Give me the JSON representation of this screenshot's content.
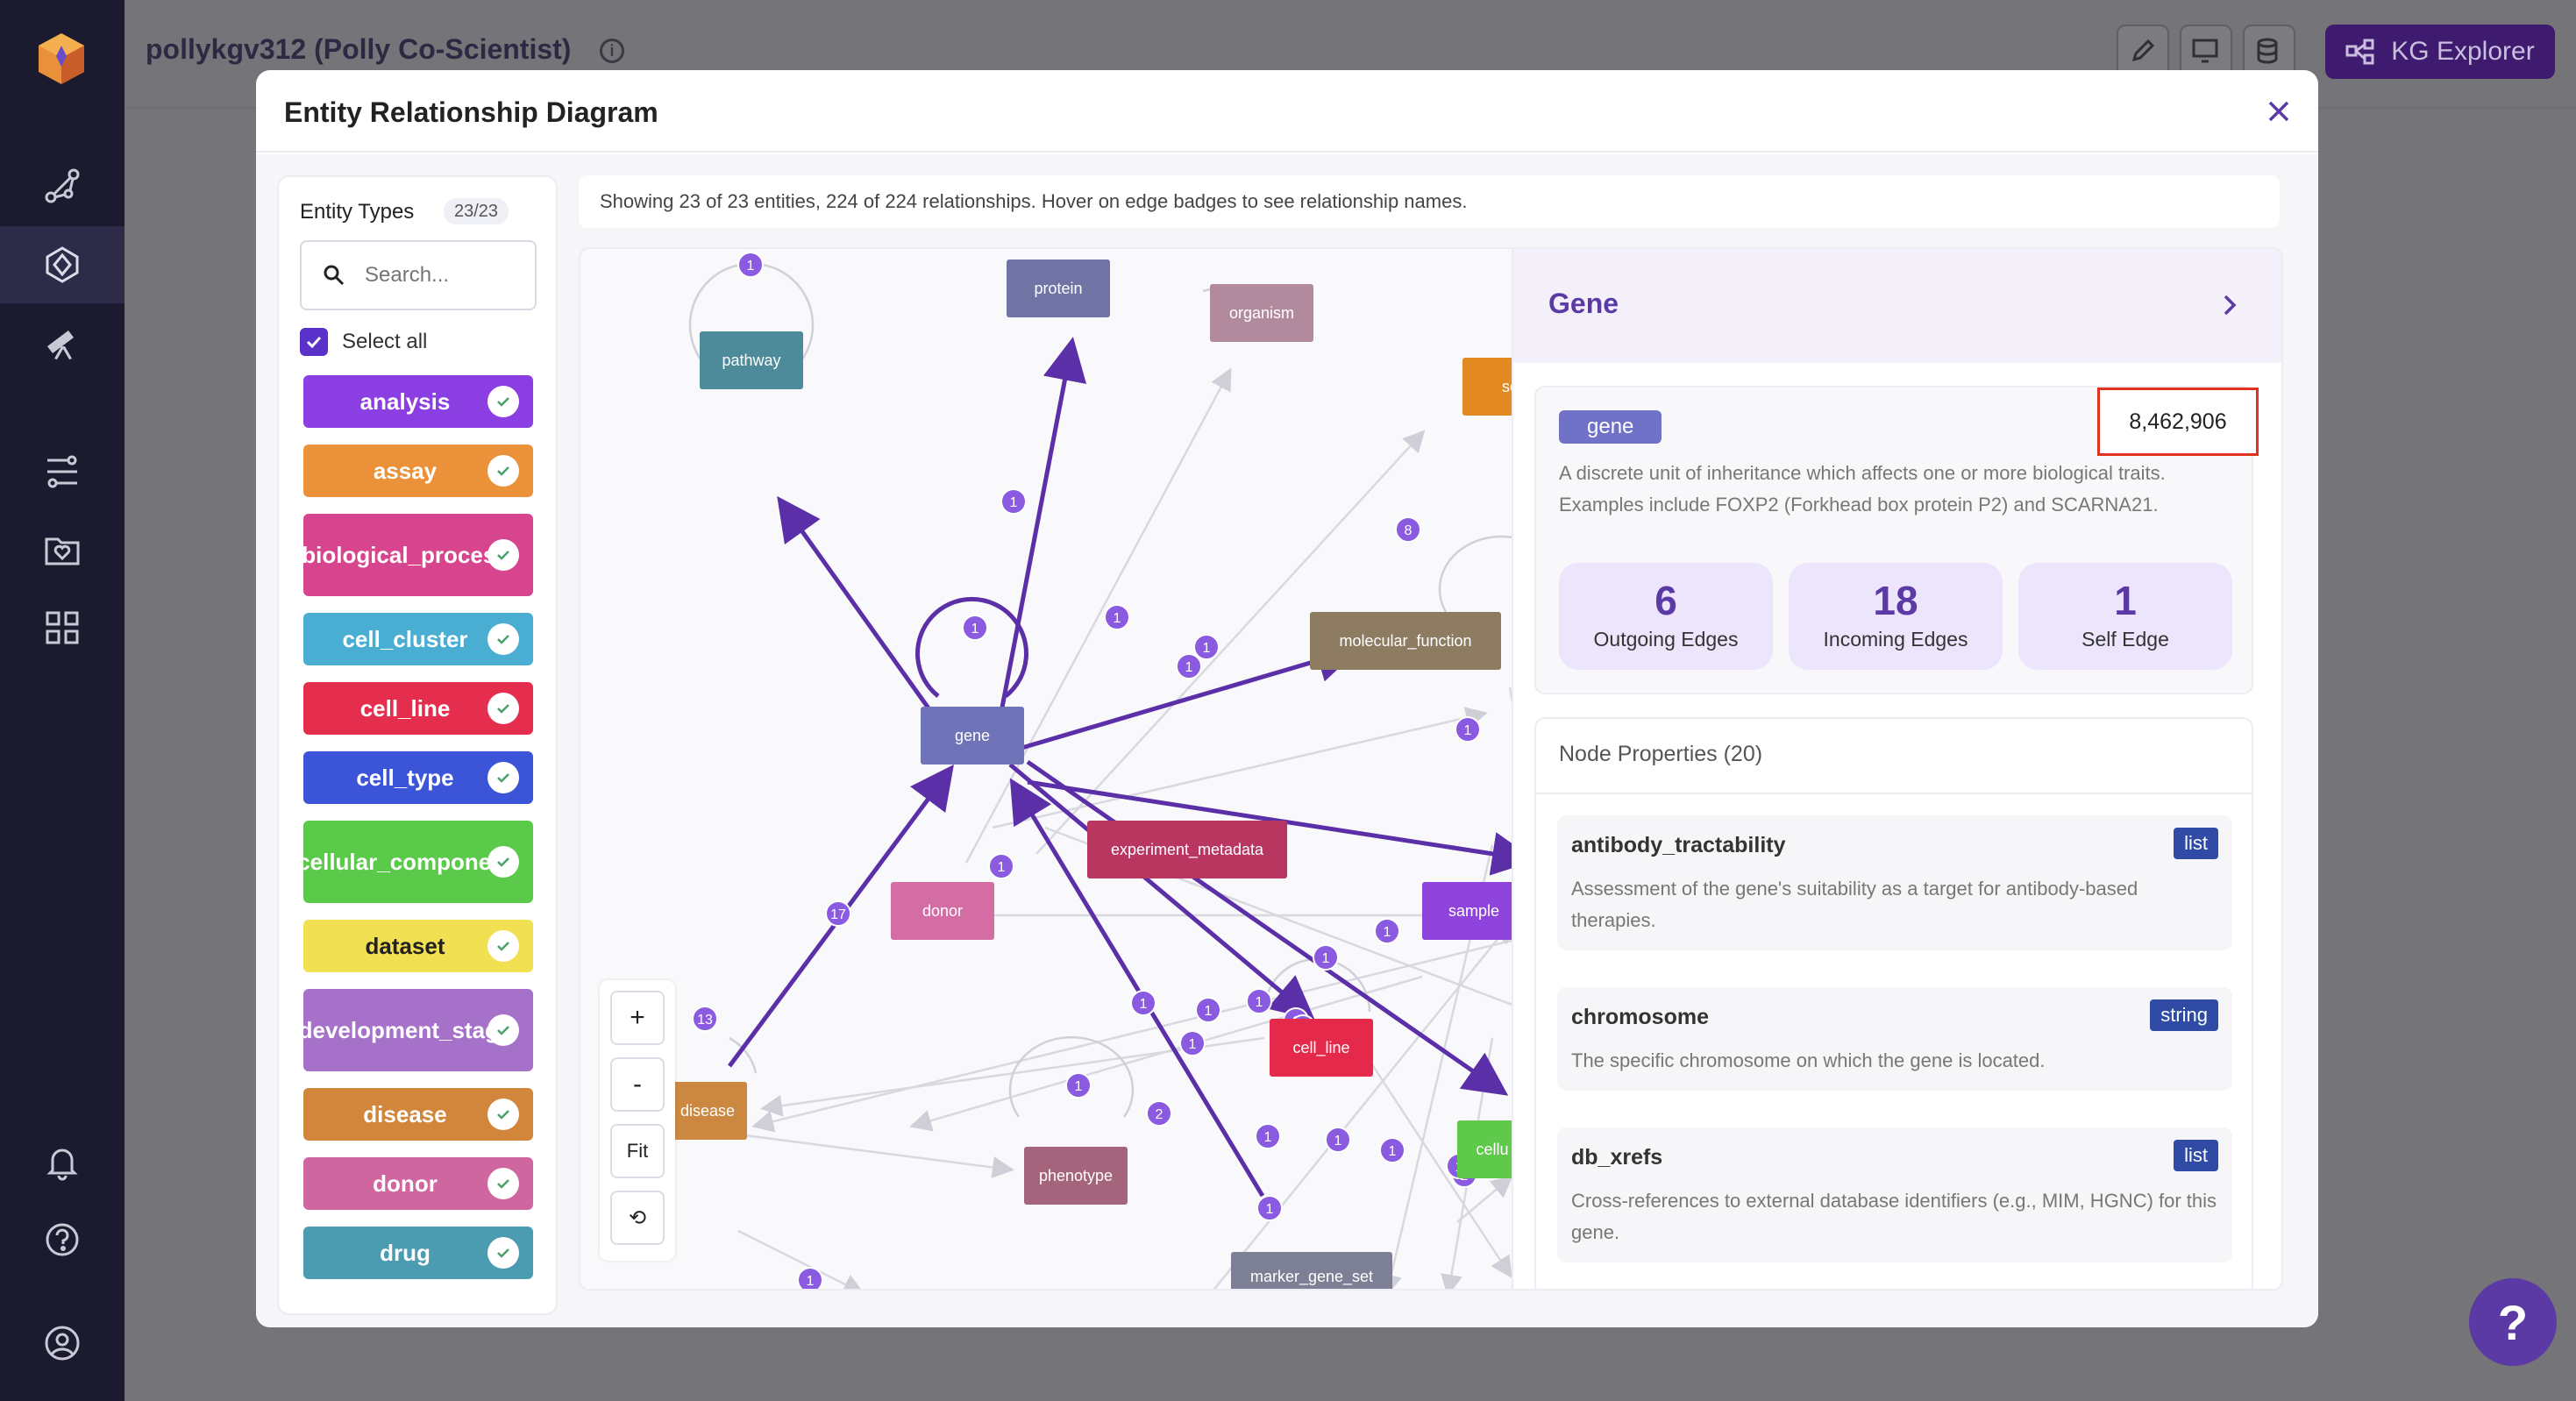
{
  "app": {
    "title": "pollykgv312 (Polly Co-Scientist)",
    "kg_button": "KG Explorer",
    "info_glyph": "i",
    "help_glyph": "?"
  },
  "modal": {
    "title": "Entity Relationship Diagram",
    "close_glyph": "✕"
  },
  "entity_panel": {
    "title": "Entity Types",
    "count": "23/23",
    "search_placeholder": "Search...",
    "select_all": "Select all",
    "types": [
      {
        "label": "analysis",
        "color": "#8b3fe3"
      },
      {
        "label": "assay",
        "color": "#eb913a"
      },
      {
        "label": "biological_process",
        "color": "#d8458f"
      },
      {
        "label": "cell_cluster",
        "color": "#4aaed2"
      },
      {
        "label": "cell_line",
        "color": "#e52e4d"
      },
      {
        "label": "cell_type",
        "color": "#3c55d8"
      },
      {
        "label": "cellular_component",
        "color": "#5bc94a"
      },
      {
        "label": "dataset",
        "color": "#f1e051"
      },
      {
        "label": "development_stage",
        "color": "#a671c9"
      },
      {
        "label": "disease",
        "color": "#d1863b"
      },
      {
        "label": "donor",
        "color": "#d0669f"
      },
      {
        "label": "drug",
        "color": "#4b9bb1"
      }
    ]
  },
  "info_bar": "Showing 23 of 23 entities, 224 of 224 relationships. Hover on edge badges to see relationship names.",
  "graph": {
    "nodes": [
      {
        "id": "pathway",
        "label": "pathway",
        "color": "#4d8a9a"
      },
      {
        "id": "protein",
        "label": "protein",
        "color": "#6f74a5"
      },
      {
        "id": "organism",
        "label": "organism",
        "color": "#b18a9e"
      },
      {
        "id": "sex",
        "label": "sex",
        "color": "#e38922"
      },
      {
        "id": "molecular_function",
        "label": "molecular_function",
        "color": "#8d7b62"
      },
      {
        "id": "gene",
        "label": "gene",
        "color": "#6f74b8"
      },
      {
        "id": "experiment_metadata",
        "label": "experiment_metadata",
        "color": "#b83660"
      },
      {
        "id": "donor",
        "label": "donor",
        "color": "#d36da4"
      },
      {
        "id": "sample",
        "label": "sample",
        "color": "#8e43dd"
      },
      {
        "id": "cell_line",
        "label": "cell_line",
        "color": "#e5294a"
      },
      {
        "id": "disease",
        "label": "disease",
        "color": "#cc8840"
      },
      {
        "id": "phenotype",
        "label": "phenotype",
        "color": "#a3647c"
      },
      {
        "id": "cellu",
        "label": "cellu",
        "color": "#5ec94a"
      },
      {
        "id": "marker_gene_set",
        "label": "marker_gene_set",
        "color": "#7d7f95"
      }
    ],
    "edge_badges": [
      "1",
      "1",
      "1",
      "1",
      "1",
      "8",
      "1",
      "1",
      "1",
      "1",
      "1",
      "1",
      "17",
      "13",
      "1",
      "1",
      "1",
      "1",
      "2",
      "1",
      "1",
      "2",
      "1",
      "1",
      "1",
      "1",
      "1",
      "1",
      "1"
    ],
    "zoom": {
      "plus": "+",
      "minus": "-",
      "fit": "Fit",
      "reset": "⟲"
    }
  },
  "detail": {
    "title": "Gene",
    "badge": "gene",
    "count": "8,462,906",
    "description": "A discrete unit of inheritance which affects one or more biological traits. Examples include FOXP2 (Forkhead box protein P2) and SCARNA21.",
    "stats": [
      {
        "value": "6",
        "label": "Outgoing Edges"
      },
      {
        "value": "18",
        "label": "Incoming Edges"
      },
      {
        "value": "1",
        "label": "Self Edge"
      }
    ],
    "properties_title": "Node Properties (20)",
    "properties": [
      {
        "name": "antibody_tractability",
        "type": "list",
        "desc": "Assessment of the gene's suitability as a target for antibody-based therapies."
      },
      {
        "name": "chromosome",
        "type": "string",
        "desc": "The specific chromosome on which the gene is located."
      },
      {
        "name": "db_xrefs",
        "type": "list",
        "desc": "Cross-references to external database identifiers (e.g., MIM, HGNC) for this gene."
      }
    ]
  }
}
